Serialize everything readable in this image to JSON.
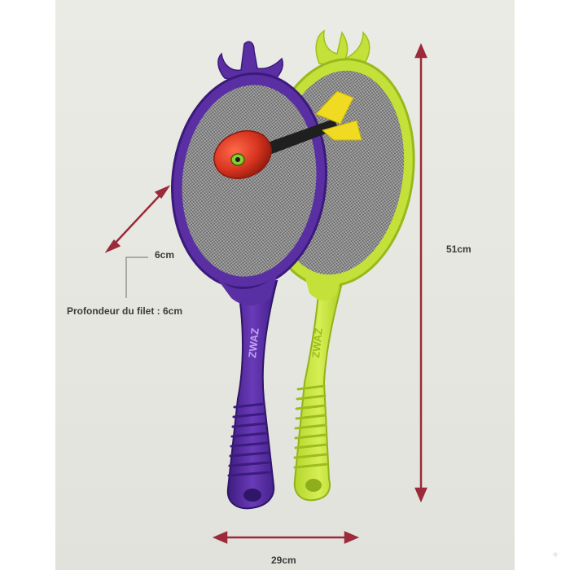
{
  "annotations": {
    "depth_short": "6cm",
    "depth_full": "Profondeur du filet : 6cm",
    "height": "51cm",
    "width": "29cm"
  },
  "product": {
    "brand_mark": "ZWAZ"
  },
  "colors": {
    "background_panel": "#e8e8e2",
    "racket_purple": "#5a2fa3",
    "racket_green": "#c4e13a",
    "mesh_grey": "#8f8f8f",
    "ball_red": "#d6331e",
    "fin_yellow": "#f0da22",
    "dimension_arrow": "#9b2a3a"
  },
  "icons": {
    "corner": "sparkle-icon"
  }
}
